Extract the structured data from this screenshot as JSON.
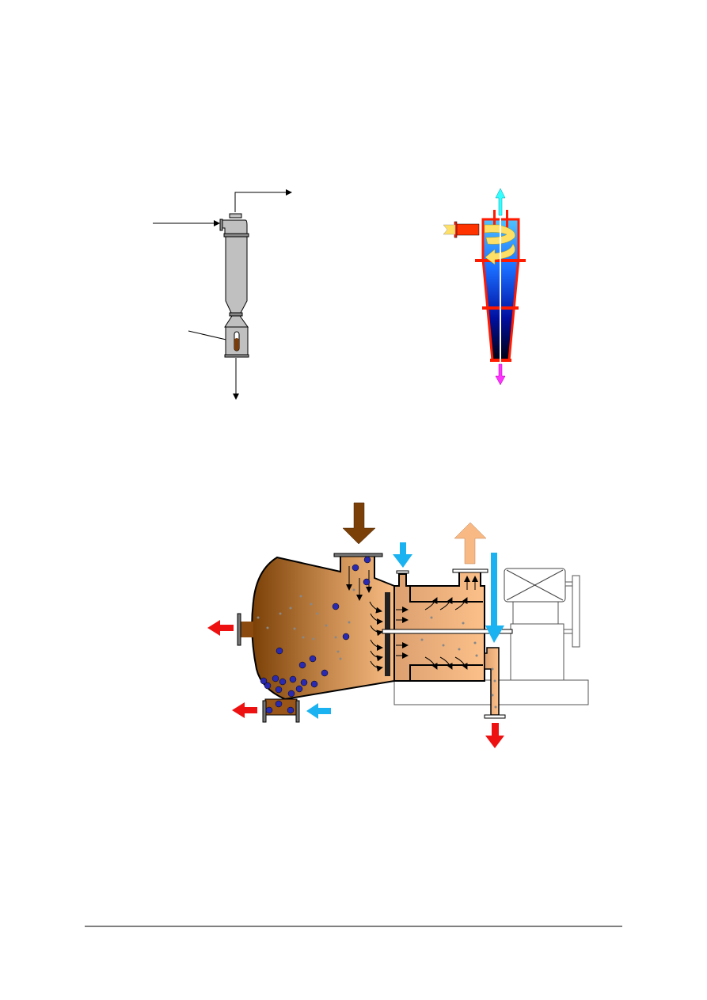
{
  "page": {
    "footer_rule": true
  },
  "figures": [
    {
      "name": "gravity-separator",
      "colors": {
        "body": "#c0c0c0",
        "sight_glass_liquid": "#7a3d0a"
      }
    },
    {
      "name": "hydrocyclone",
      "colors": {
        "shell": "#ff1a00",
        "inside_top": "#33aaff",
        "inside_bottom": "#000033",
        "inlet_arrow": "#ffe066",
        "overflow_arrow": "#33ffff",
        "underflow_arrow": "#ff33ff"
      }
    },
    {
      "name": "decanter-separator",
      "colors": {
        "feed_arrow": "#7a4008",
        "water_arrow": "#1ab2f0",
        "product_arrow": "#f8b985",
        "discharge_arrow": "#ee1111",
        "particles": "#2222aa"
      }
    }
  ]
}
